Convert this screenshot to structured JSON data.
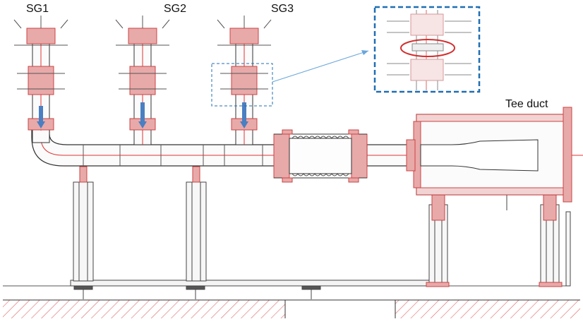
{
  "labels": {
    "sg1": "SG1",
    "sg2": "SG2",
    "sg3": "SG3",
    "tee_duct": "Tee duct"
  },
  "colors": {
    "outline": "#333333",
    "flange": "#e8a9a9",
    "flange_edge": "#cc4444",
    "centerline": "#e03030",
    "flow_arrow": "#4a7fc1",
    "detail_box": "#1f6fb4",
    "callout_line": "#6aa6dc",
    "highlight_ellipse": "#d32f2f",
    "ground_hatch": "#e06666"
  },
  "icons": {
    "flow": "down-arrow-icon",
    "callout": "arrow-icon"
  }
}
